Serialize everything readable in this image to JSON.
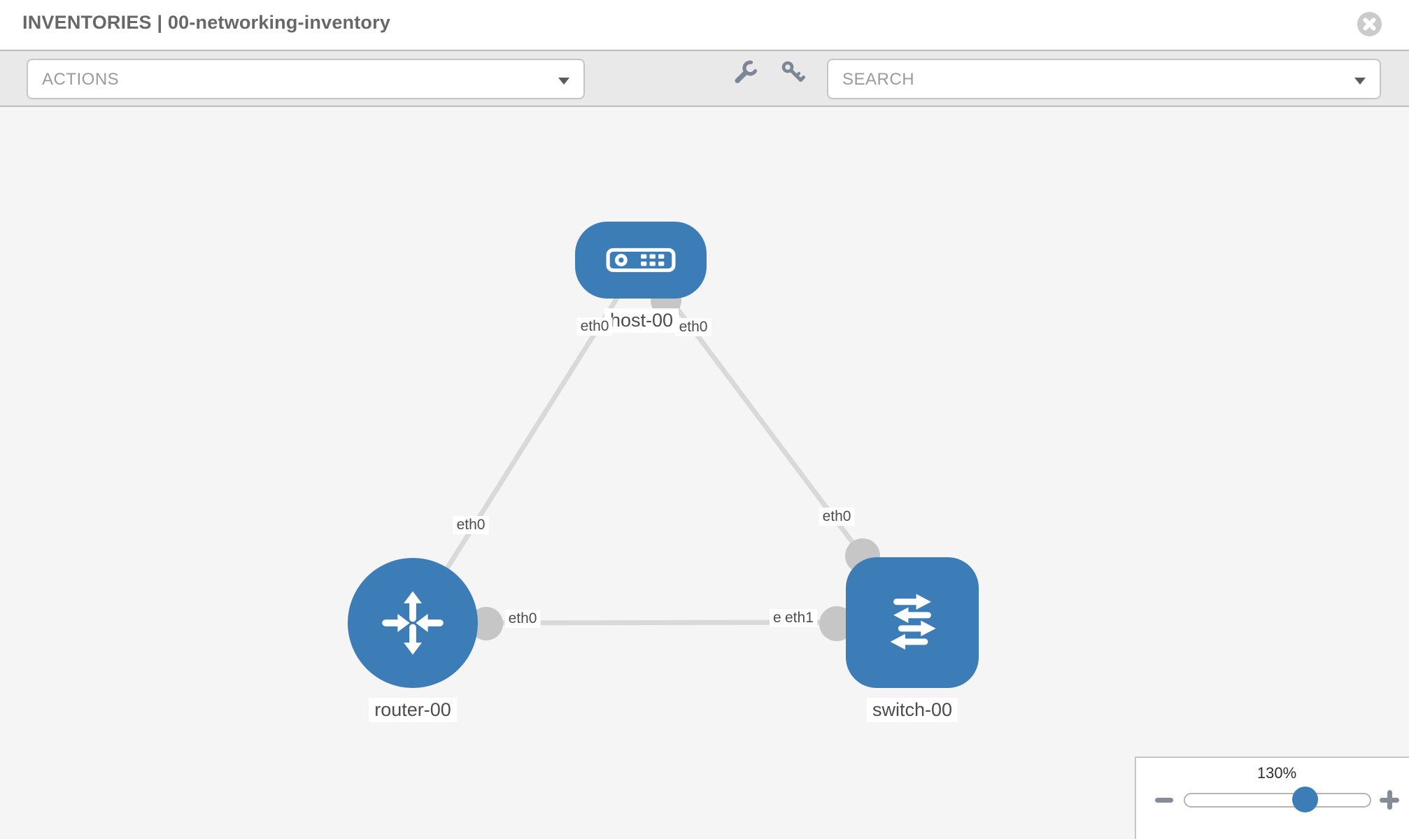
{
  "header": {
    "title": "INVENTORIES | 00-networking-inventory"
  },
  "toolbar": {
    "actions_label": "ACTIONS",
    "search_label": "SEARCH",
    "icons": [
      "wrench-icon",
      "key-icon"
    ]
  },
  "topology": {
    "nodes": [
      {
        "id": "host-00",
        "label": "host-00",
        "type": "host"
      },
      {
        "id": "router-00",
        "label": "router-00",
        "type": "router"
      },
      {
        "id": "switch-00",
        "label": "switch-00",
        "type": "switch"
      }
    ],
    "links": [
      {
        "from": "host-00",
        "from_interface": "eth0",
        "to": "router-00",
        "to_interface": "eth0"
      },
      {
        "from": "host-00",
        "from_interface": "eth0",
        "to": "switch-00",
        "to_interface": "eth0"
      },
      {
        "from": "router-00",
        "from_interface": "eth0",
        "to": "switch-00",
        "to_interface": "eth1"
      }
    ],
    "interface_labels": {
      "hr_host": "eth0",
      "hr_router": "eth0",
      "hs_host": "eth0",
      "hs_switch": "eth0",
      "rs_router": "eth0",
      "rs_switch_hidden": "eth0",
      "rs_switch": "eth1"
    }
  },
  "zoom_control": {
    "value": "130%"
  },
  "colors": {
    "node_blue": "#3c7cb7",
    "link_gray": "#d9d9d9",
    "connector_gray": "#c6c6c6",
    "canvas_bg": "#f5f5f5",
    "toolbar_bg": "#e9e9e9"
  }
}
